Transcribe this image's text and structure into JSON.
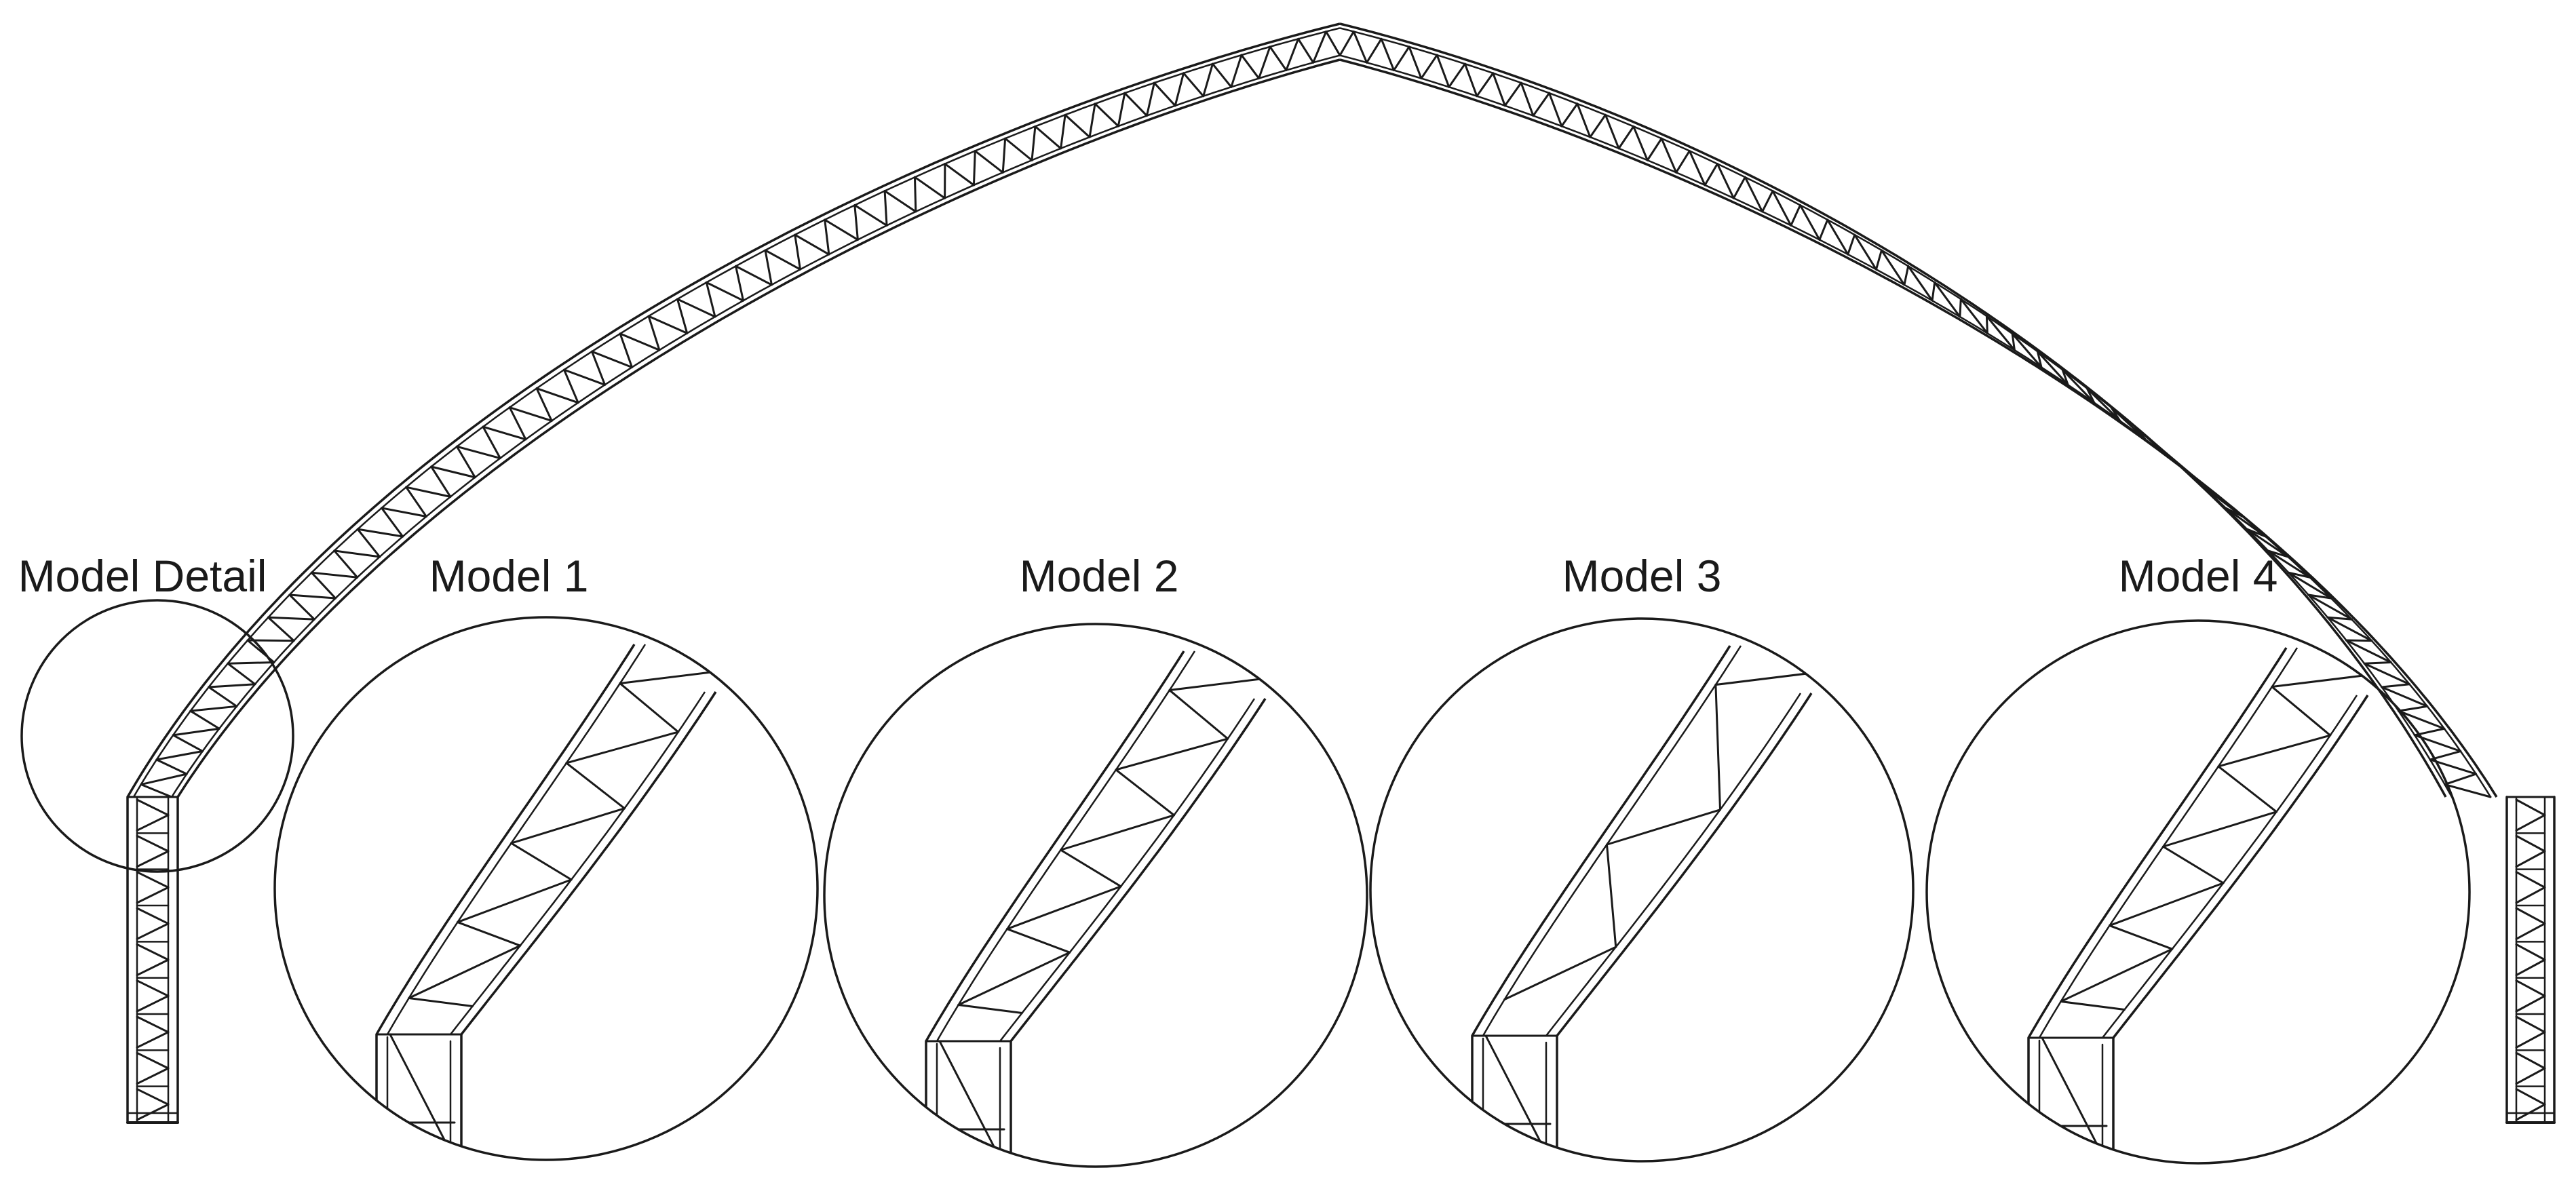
{
  "labels": {
    "detail": "Model Detail",
    "model1": "Model 1",
    "model2": "Model 2",
    "model3": "Model 3",
    "model4": "Model 4"
  },
  "colors": {
    "line": "#1a1a1a",
    "background": "#ffffff"
  },
  "models": [
    {
      "name": "Model 1",
      "web_pattern": "warren-with-verticals"
    },
    {
      "name": "Model 2",
      "web_pattern": "warren-with-verticals"
    },
    {
      "name": "Model 3",
      "web_pattern": "diagonal-zigzag"
    },
    {
      "name": "Model 4",
      "web_pattern": "warren-with-verticals"
    }
  ]
}
